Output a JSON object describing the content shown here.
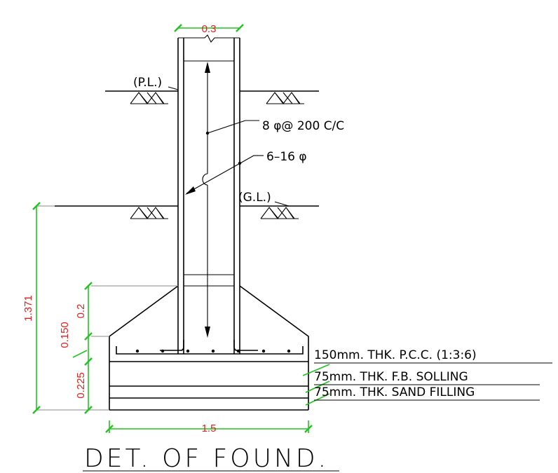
{
  "dimensions": {
    "column_width": "0.3",
    "footing_width": "1.5",
    "depth_below_gl": "1.371",
    "slope_height": "0.2",
    "edge_thickness": "0.150",
    "layers_depth": "0.225"
  },
  "labels": {
    "plinth_level": "(P.L.)",
    "ground_level": "(G.L.)",
    "ties": "8 φ@ 200 C/C",
    "main_bars": "6–16 φ"
  },
  "layers": [
    "150mm. THK. P.C.C. (1:3:6)",
    "75mm. THK. F.B. SOLLING",
    "75mm. THK. SAND FILLING"
  ],
  "title": "DET. OF FOUND.",
  "colors": {
    "dimension": "#22c322",
    "dimension_text": "#e0201c",
    "line": "#000000"
  }
}
